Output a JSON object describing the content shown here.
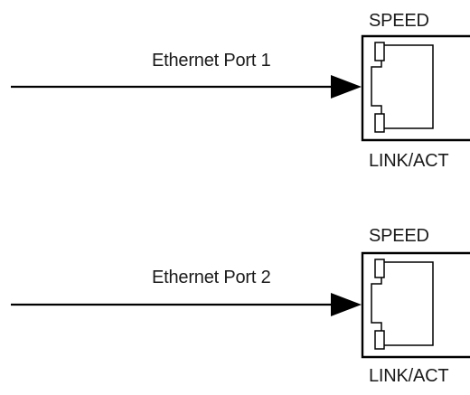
{
  "ports": [
    {
      "title": "Ethernet Port 1",
      "speed_label": "SPEED",
      "link_label": "LINK/ACT"
    },
    {
      "title": "Ethernet Port 2",
      "speed_label": "SPEED",
      "link_label": "LINK/ACT"
    }
  ],
  "colors": {
    "line": "#000000",
    "text": "#1a1a1a",
    "background": "#ffffff"
  }
}
